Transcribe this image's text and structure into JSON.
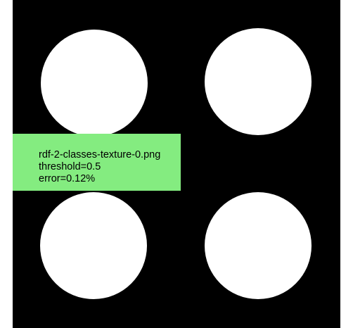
{
  "image": {
    "background_color": "#000000",
    "disk_color": "#ffffff",
    "objects": [
      "disk",
      "disk",
      "disk",
      "disk"
    ]
  },
  "overlay": {
    "background_color": "#84ec80",
    "filename": "rdf-2-classes-texture-0.png",
    "threshold": "threshold=0.5",
    "error": "error=0.12%"
  }
}
